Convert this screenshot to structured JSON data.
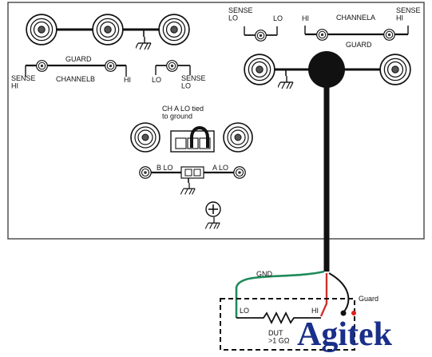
{
  "panel": {
    "sense_lo_top": "SENSE\nLO",
    "lo_top": "LO",
    "hi_top": "HI",
    "channela": "CHANNELA",
    "sense_hi_top": "SENSE\nHI",
    "guard_a": "GUARD",
    "guard_b": "GUARD",
    "sense_hi_b": "SENSE\nHI",
    "channelb": "CHANNELB",
    "hi_b": "HI",
    "lo_b": "LO",
    "sense_lo_b": "SENSE\nLO",
    "ch_alo_note": "CH A LO tied\nto ground",
    "b_lo": "B  LO",
    "a_lo": "A  LO"
  },
  "wiring": {
    "gnd": "GND",
    "guard": "Guard",
    "lo": "LO",
    "hi": "HI",
    "dut": "DUT\n>1 GΩ"
  },
  "brand": {
    "name": "Agitek"
  },
  "colors": {
    "gnd_wire": "#1f8a5a",
    "hi_wire": "#d0312d",
    "brand": "#1a2f8a",
    "brand_dot": "#e02020"
  }
}
